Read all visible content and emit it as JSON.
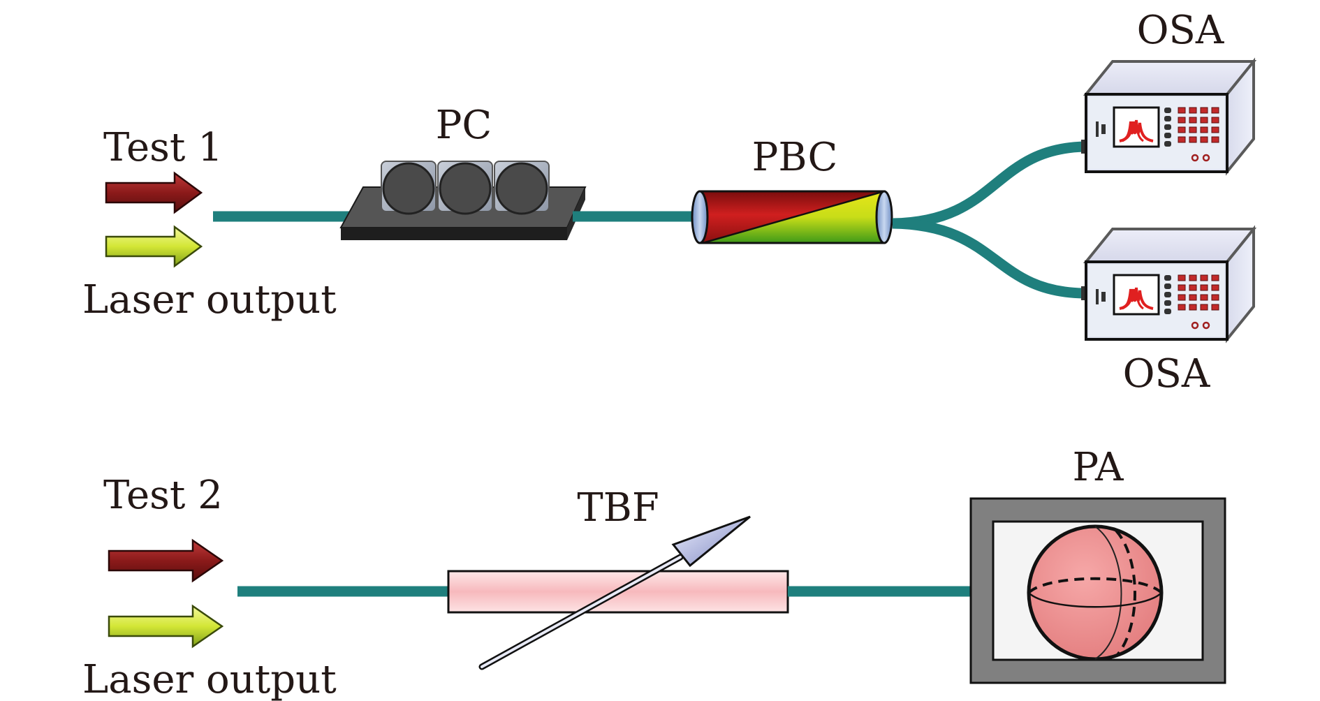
{
  "test1": {
    "title": "Test 1",
    "input_label": "Laser output",
    "pc_label": "PC",
    "pbc_label": "PBC",
    "osa_top_label": "OSA",
    "osa_bottom_label": "OSA"
  },
  "test2": {
    "title": "Test 2",
    "input_label": "Laser output",
    "tbf_label": "TBF",
    "pa_label": "PA"
  },
  "colors": {
    "fiber": "#1f7f7d",
    "arrow_red": "#8b1a1a",
    "arrow_yellow": "#d8e84a",
    "pa_sphere": "#ef8f8f",
    "tbf_tube": "#f9c9cb"
  }
}
